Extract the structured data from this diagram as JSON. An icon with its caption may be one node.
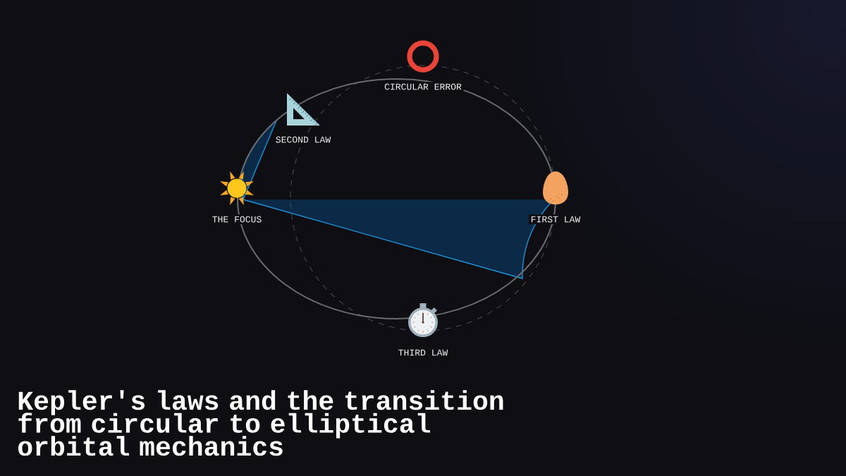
{
  "diagram": {
    "title": "Kepler's laws and the transition from circular to elliptical orbital mechanics",
    "nodes": [
      {
        "text": [
          "CIRCULAR ERROR"
        ]
      },
      {
        "text": [
          "SECOND LAW"
        ]
      },
      {
        "text": [
          "THE FOCUS"
        ]
      },
      {
        "text": [
          "FIRST LAW"
        ]
      },
      {
        "text": [
          "THIRD LAW"
        ]
      }
    ]
  }
}
